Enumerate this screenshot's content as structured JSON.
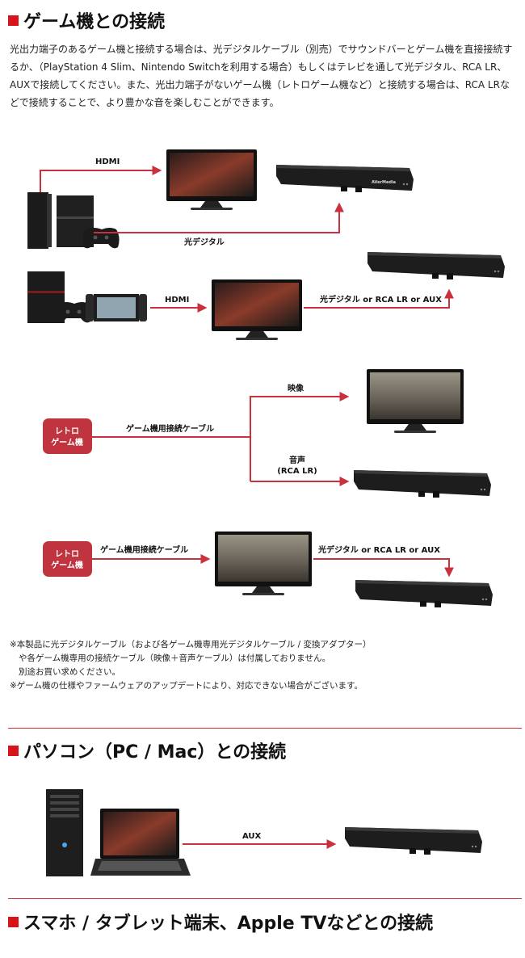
{
  "sections": {
    "game": {
      "heading": "ゲーム機との接続",
      "intro": "光出力端子のあるゲーム機と接続する場合は、光デジタルケーブル（別売）でサウンドバーとゲーム機を直接接続するか、（PlayStation 4 Slim、Nintendo Switchを利用する場合）もしくはテレビを通して光デジタル、RCA LR、AUXで接続してください。また、光出力端子がないゲーム機（レトロゲーム機など）と接続する場合は、RCA LRなどで接続することで、より豊かな音を楽しむことができます。"
    },
    "pc": {
      "heading": "パソコン（PC / Mac）との接続"
    },
    "mobile": {
      "heading": "スマホ / タブレット端末、Apple TVなどとの接続"
    }
  },
  "diagrams": {
    "d1": {
      "hdmi": "HDMI",
      "optical": "光デジタル"
    },
    "d2": {
      "hdmi": "HDMI",
      "audio": "光デジタル or RCA LR or AUX"
    },
    "d3": {
      "retro_line1": "レトロ",
      "retro_line2": "ゲーム機",
      "cable": "ゲーム機用接続ケーブル",
      "video": "映像",
      "audio_line1": "音声",
      "audio_line2": "(RCA LR)"
    },
    "d4": {
      "retro_line1": "レトロ",
      "retro_line2": "ゲーム機",
      "cable": "ゲーム機用接続ケーブル",
      "audio": "光デジタル or RCA LR or AUX"
    },
    "d5": {
      "aux": "AUX"
    }
  },
  "brand_logo": "AVerMedia",
  "notes": [
    "※本製品に光デジタルケーブル（および各ゲーム機専用光デジタルケーブル / 変換アダプター）",
    "や各ゲーム機専用の接続ケーブル（映像＋音声ケーブル）は付属しておりません。",
    "別途お買い求めください。",
    "※ゲーム機の仕様やファームウェアのアップデートにより、対応できない場合がございます。"
  ],
  "colors": {
    "accent": "#d7141a",
    "line": "#c9323c",
    "label_box": "#c0343f",
    "device": "#1d1d1d"
  },
  "icons": [
    "ps4-console-icon",
    "ps4-slim-console-icon",
    "nintendo-switch-icon",
    "controller-icon",
    "monitor-icon",
    "soundbar-icon",
    "pc-tower-icon",
    "laptop-icon"
  ]
}
